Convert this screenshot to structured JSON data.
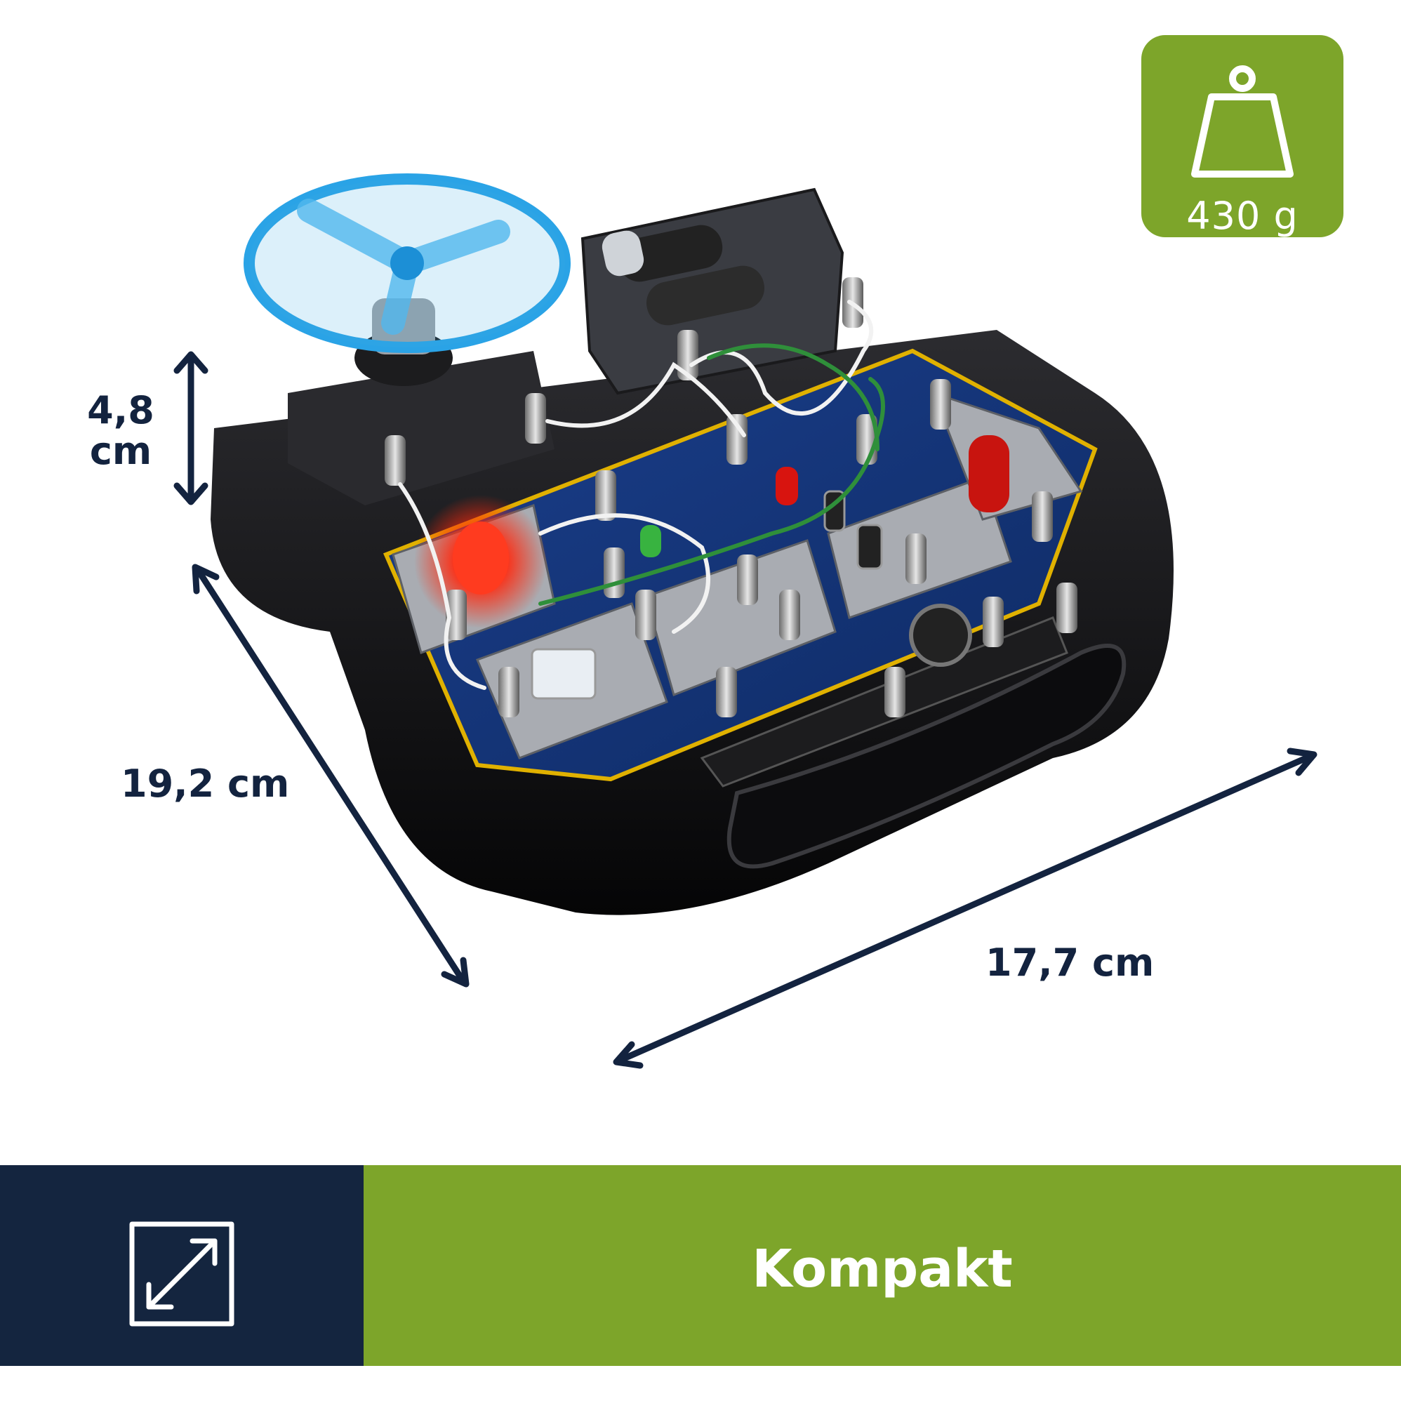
{
  "product": {
    "image_alt": "Electronics experiment kit with propeller, battery holder and LEDs",
    "weight": {
      "icon": "weight-icon",
      "label": "430 g"
    },
    "dimensions": {
      "height": "4,8 cm",
      "depth": "19,2 cm",
      "width": "17,7 cm"
    }
  },
  "footer": {
    "icon": "expand-icon",
    "title": "Kompakt"
  },
  "colors": {
    "navy": "#14253f",
    "green": "#7da52a",
    "arrow": "#13233f"
  }
}
